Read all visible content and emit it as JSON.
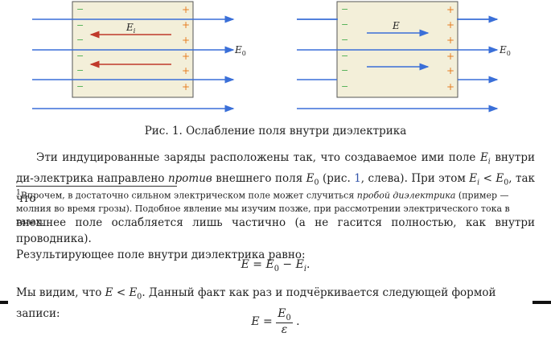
{
  "figure": {
    "left": {
      "field_label": "E0",
      "inner_label": "Ei",
      "signs_left": [
        "−",
        "−",
        "−",
        "−",
        "−",
        "−"
      ],
      "signs_right": [
        "+",
        "+",
        "+",
        "+",
        "+",
        "+"
      ]
    },
    "right": {
      "field_label": "E0",
      "inner_label": "E",
      "signs_left": [
        "−",
        "−",
        "−",
        "−",
        "−",
        "−"
      ],
      "signs_right": [
        "+",
        "+",
        "+",
        "+",
        "+",
        "+"
      ]
    },
    "caption": "Рис. 1. Ослабление поля внутри диэлектрика",
    "colors": {
      "field": "#3a6fd8",
      "induced": "#c0392b",
      "slab_fill": "#f3efd9",
      "minus": "#4caf50",
      "plus": "#e67e22"
    }
  },
  "para1": {
    "part1": "Эти индуцированные заряды расположены так, что создаваемое ими поле ",
    "Ei": "E",
    "Ei_sub": "i",
    "part2": " внутри ди-электрика направлено ",
    "emph": "против",
    "part3": " внешнего поля ",
    "E0": "E",
    "E0_sub": "0",
    "part4": " (рис. ",
    "ref": "1",
    "part5": ", слева). При этом ",
    "cmp": "E",
    "cmp_sub": "i",
    "lt": " < ",
    "cmp2": "E",
    "cmp2_sub": "0",
    "part6": ", так что"
  },
  "footnote": {
    "mark": "1",
    "text1": "Впрочем, в достаточно сильном электрическом поле может случиться ",
    "emph": "пробой диэлектрика",
    "text2": " (пример — молния во время грозы). Подобное явление мы изучим позже, при рассмотрении электрического тока в газах."
  },
  "para2": {
    "line1": "внешнее поле ослабляется лишь частично (а не гасится полностью, как внутри проводника).",
    "line2": "Результирующее поле внутри диэлектрика равно:"
  },
  "eq1": {
    "lhs": "E",
    "eq": " = ",
    "a": "E",
    "a_sub": "0",
    "minus": " − ",
    "b": "E",
    "b_sub": "i",
    "end": "."
  },
  "para3": {
    "text1": "Мы видим, что ",
    "E": "E",
    "lt": " < ",
    "E0": "E",
    "E0_sub": "0",
    "text2": ". Данный факт как раз и подчёркивается следующей формой записи:"
  },
  "eq2": {
    "lhs": "E",
    "eq": " = ",
    "num": "E",
    "num_sub": "0",
    "den": "ε",
    "end": " ."
  }
}
